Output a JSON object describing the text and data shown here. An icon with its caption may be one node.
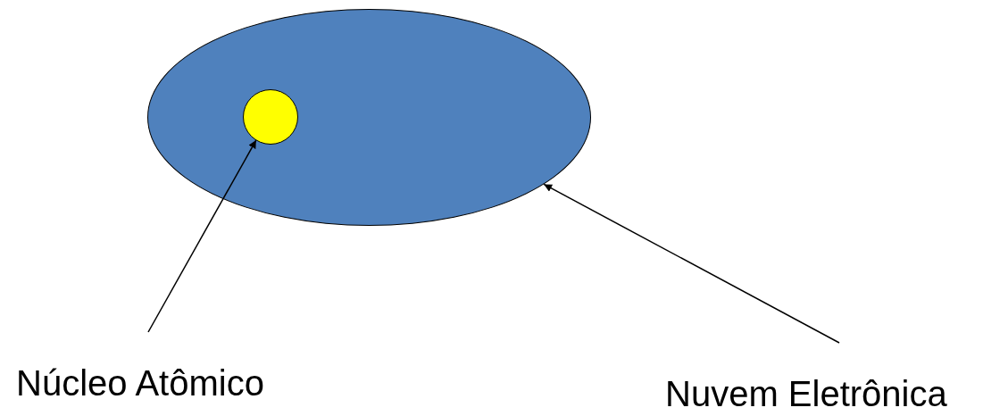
{
  "diagram": {
    "nodes": [
      {
        "text": [],
        "shape": "ellipse"
      },
      {
        "text": [],
        "shape": "circle",
        "in": 0
      },
      {
        "text": [
          "Núcleo Atômico"
        ]
      },
      {
        "text": [
          "Nuvem Eletrônica"
        ]
      }
    ],
    "edges": [
      {
        "from": 2,
        "to": 1,
        "arrow": "to"
      },
      {
        "from": 3,
        "to": 0,
        "arrow": "to"
      }
    ]
  }
}
